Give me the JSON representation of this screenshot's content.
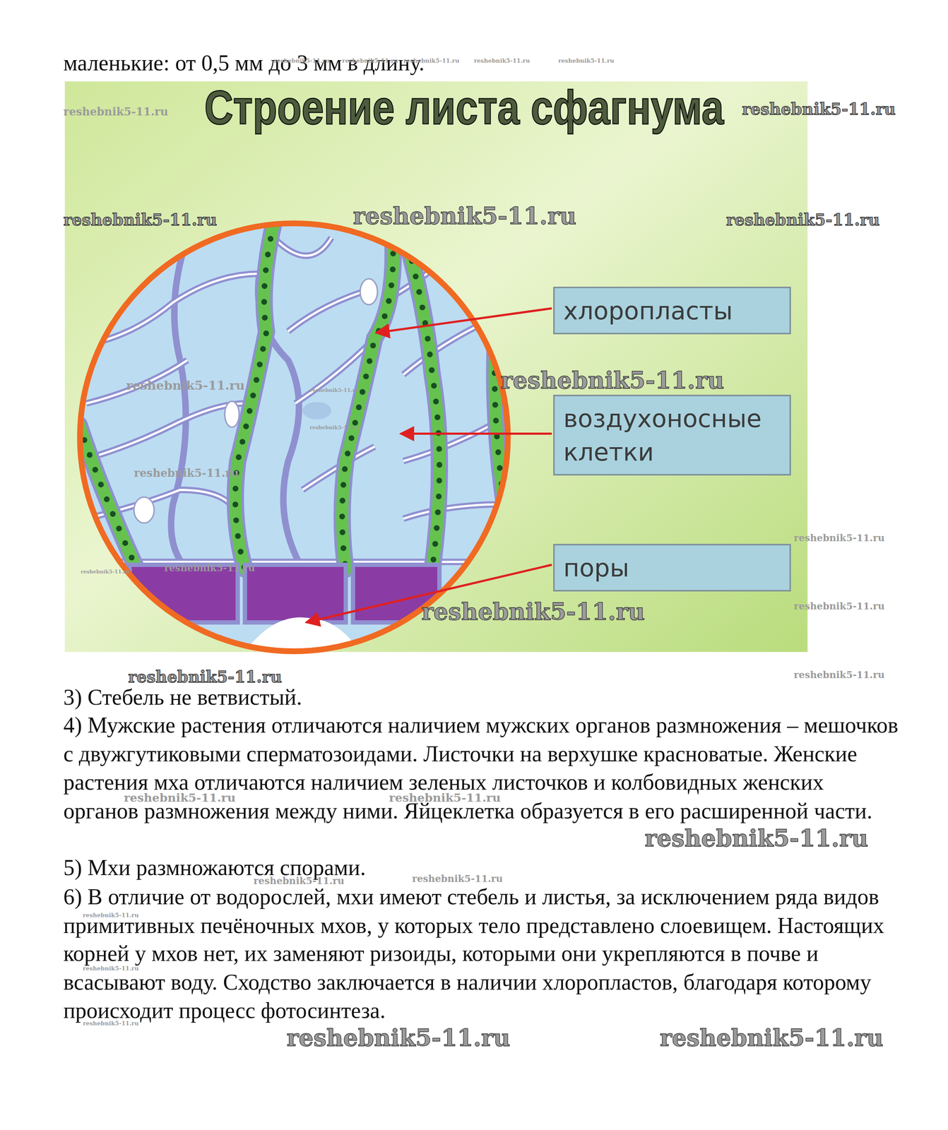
{
  "diagram": {
    "title": "Строение листа сфагнума",
    "nodes": [
      {
        "text": [
          "хлоропласты"
        ]
      },
      {
        "text": [
          "воздухоносные клетки"
        ]
      },
      {
        "text": [
          "поры"
        ]
      }
    ],
    "labels": [
      "маленькие: от 0,5 мм до 3 мм в длину.",
      "reshebnik5-11.ru",
      "reshebnik5-11.ru",
      "reshebnik5-11.ru",
      "reshebnik5-11.ru",
      "reshebnik5-11.ru",
      "reshebnik5-11.ru",
      "reshebnik5-11.ru",
      "reshebnik5-11.ru",
      "reshebnik5-11.ru",
      "reshebnik5-11.ru",
      "reshebnik5-11.ru",
      "reshebnik5-11.ru",
      "reshebnik5-11.ru",
      "reshebnik5-11.ru",
      "reshebnik5-11.ru",
      "reshebnik5-11.ru",
      "reshebnik5-11.ru",
      "reshebnik5-11.ru",
      "reshebnik5-11.ru",
      "reshebnik5-11.ru",
      "reshebnik5-11.ru",
      "reshebnik5-11.ru",
      "3) Стебель не ветвистый.",
      "4) Мужские растения отличаются наличием мужских органов размножения – мешочков с двужгутиковыми сперматозоидами. Листочки на верхушке красноватые. Женские растения мха отличаются наличием зеленых листочков и колбовидных женских органов размножения между ними. Яйцеклетка образуется в его расширенной части.",
      "reshebnik5-11.ru",
      "reshebnik5-11.ru",
      "reshebnik5-11.ru",
      "5) Мхи размножаются спорами.",
      "reshebnik5-11.ru",
      "reshebnik5-11.ru",
      "6) В отличие от водорослей, мхи имеют стебель и листья, за исключением ряда видов примитивных печёночных мхов, у которых тело представлено слоевищем. Настоящих корней у мхов нет, их заменяют ризоиды, которыми они укрепляются в почве и всасывают воду. Сходство заключается в наличии хлоропластов, благодаря которому происходит процесс фотосинтеза.",
      "reshebnik5-11.ru",
      "reshebnik5-11.ru",
      "reshebnik5-11.ru",
      "reshebnik5-11.ru",
      "reshebnik5-11.ru"
    ]
  }
}
